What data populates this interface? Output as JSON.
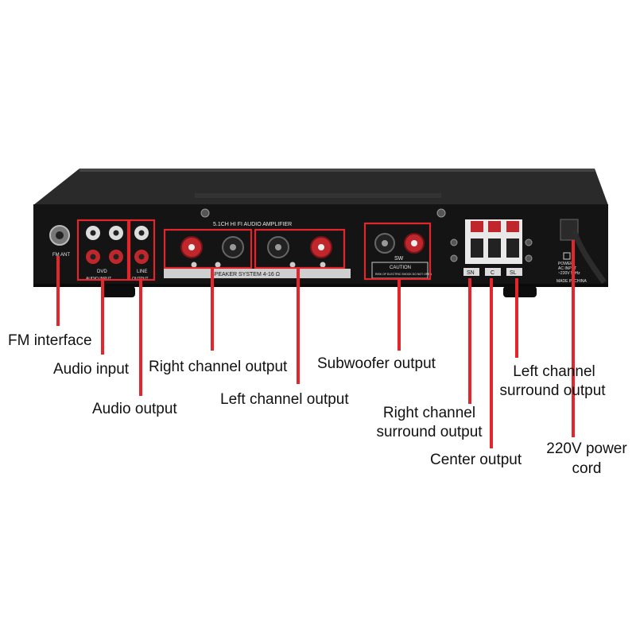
{
  "device": {
    "title_print": "5.1CH HI FI AUDIO AMPLIFIER",
    "speaker_strip": "SPEAKER SYSTEM 4-16 Ω",
    "fm_port": "FM ANT",
    "dvd_tag": "DVD",
    "audio_input_tag": "AUDIO INPUT",
    "line_tag": "LINE",
    "output_tag": "OUTPUT",
    "sw_tag": "SW",
    "caution_tag": "CAUTION",
    "caution_sub": "RISK OF ELECTRIC SHOCK DO NOT OPEN",
    "sn_tag": "SN",
    "c_tag": "C",
    "sl_tag": "SL",
    "power_tag": "POWER",
    "ac_tag": "AC INPUT",
    "voltage_tag": "~220V 50Hz",
    "made_tag": "MADE IN CHINA"
  },
  "labels": {
    "fm": "FM interface",
    "audio_in": "Audio input",
    "audio_out": "Audio output",
    "right_out": "Right channel output",
    "left_out": "Left channel output",
    "sub_out": "Subwoofer output",
    "rs_line1": "Right channel",
    "rs_line2": "surround output",
    "center": "Center output",
    "ls_line1": "Left channel",
    "ls_line2": "surround output",
    "power_line1": "220V power",
    "power_line2": "cord"
  },
  "colors": {
    "callout": "#e3262b",
    "chassis": "#141414",
    "lid": "#2b2b2b"
  }
}
